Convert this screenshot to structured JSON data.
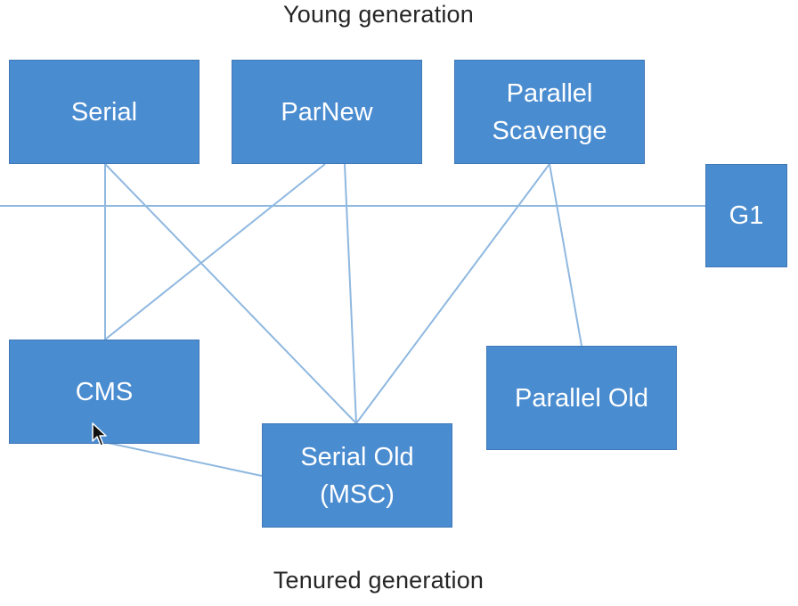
{
  "young_generation_label": "Young generation",
  "tenured_generation_label": "Tenured generation",
  "collectors": {
    "serial": "Serial",
    "parnew": "ParNew",
    "parallel_scavenge": "Parallel\nScavenge",
    "g1": "G1",
    "cms": "CMS",
    "serial_old": "Serial Old\n(MSC)",
    "parallel_old": "Parallel Old"
  },
  "colors": {
    "box_fill": "#4a8cd0",
    "line": "#8fb8e0"
  }
}
